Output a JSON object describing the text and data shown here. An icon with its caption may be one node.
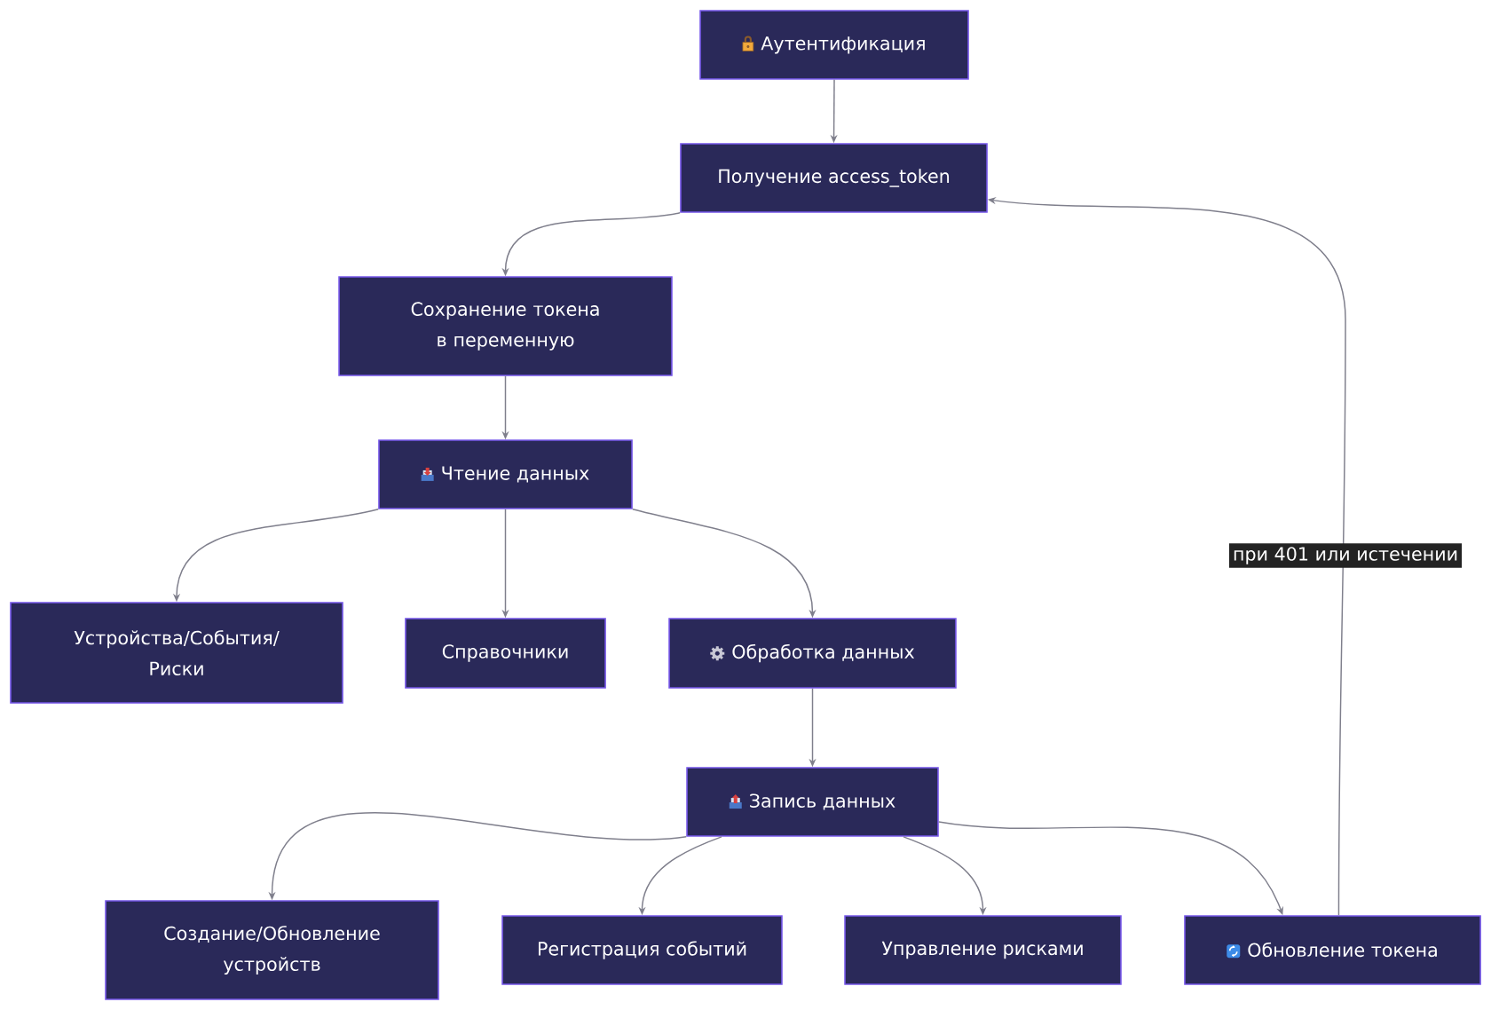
{
  "diagram": {
    "nodes": [
      {
        "text": [
          "Аутентификация"
        ]
      },
      {
        "text": [
          "Получение access_token"
        ]
      },
      {
        "text": [
          "Сохранение токена в переменную"
        ]
      },
      {
        "text": [
          "Чтение данных"
        ]
      },
      {
        "text": [
          "Устройства/События/ Риски"
        ]
      },
      {
        "text": [
          "Справочники"
        ]
      },
      {
        "text": [
          "Обработка данных"
        ]
      },
      {
        "text": [
          "Запись данных"
        ]
      },
      {
        "text": [
          "Создание/Обновление устройств"
        ]
      },
      {
        "text": [
          "Регистрация событий"
        ]
      },
      {
        "text": [
          "Управление рисками"
        ]
      },
      {
        "text": [
          "Обновление токена"
        ]
      }
    ],
    "edges": [
      {
        "from": 0,
        "to": 1,
        "arrow": "to"
      },
      {
        "from": 1,
        "to": 2,
        "arrow": "to"
      },
      {
        "from": 2,
        "to": 3,
        "arrow": "to"
      },
      {
        "from": 3,
        "to": 4,
        "arrow": "to"
      },
      {
        "from": 3,
        "to": 5,
        "arrow": "to"
      },
      {
        "from": 3,
        "to": 6,
        "arrow": "to"
      },
      {
        "from": 6,
        "to": 7,
        "arrow": "to"
      },
      {
        "from": 7,
        "to": 8,
        "arrow": "to"
      },
      {
        "from": 7,
        "to": 9,
        "arrow": "to"
      },
      {
        "from": 7,
        "to": 10,
        "arrow": "to"
      },
      {
        "from": 7,
        "to": 11,
        "arrow": "to"
      },
      {
        "from": 11,
        "to": 1,
        "arrow": "to",
        "label": "при 401 или истечении"
      }
    ]
  }
}
